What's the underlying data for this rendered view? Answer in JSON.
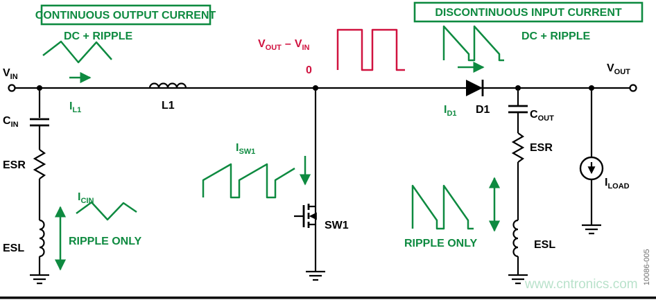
{
  "colors": {
    "green": "#0e8a40",
    "red": "#d0123f",
    "black": "#000000",
    "gray": "#6f6f6f",
    "watermark": "#b9e2cb",
    "background": "#ffffff"
  },
  "banners": {
    "left": "CONTINUOUS OUTPUT CURRENT",
    "right": "DISCONTINUOUS INPUT CURRENT"
  },
  "waveform_labels": {
    "dc_ripple_left": "DC + RIPPLE",
    "dc_ripple_right": "DC + RIPPLE",
    "ripple_only_left": "RIPPLE ONLY",
    "ripple_only_right": "RIPPLE ONLY",
    "switch_voltage": {
      "base1": "V",
      "sub1": "OUT",
      "minus": "–",
      "base2": "V",
      "sub2": "IN"
    },
    "zero": "0"
  },
  "nets": {
    "vin": {
      "base": "V",
      "sub": "IN"
    },
    "vout": {
      "base": "V",
      "sub": "OUT"
    }
  },
  "currents": {
    "il1": {
      "base": "I",
      "sub": "L1"
    },
    "icin": {
      "base": "I",
      "sub": "CIN"
    },
    "isw1": {
      "base": "I",
      "sub": "SW1"
    },
    "id1": {
      "base": "I",
      "sub": "D1"
    },
    "iload": {
      "base": "I",
      "sub": "LOAD"
    }
  },
  "components": {
    "l1": "L1",
    "cin": {
      "base": "C",
      "sub": "IN"
    },
    "esr_in": "ESR",
    "esl_in": "ESL",
    "sw1": "SW1",
    "d1": "D1",
    "cout": {
      "base": "C",
      "sub": "OUT"
    },
    "esr_out": "ESR",
    "esl_out": "ESL"
  },
  "footer": {
    "figure_code": "10086-005",
    "watermark": "www.cntronics.com"
  }
}
